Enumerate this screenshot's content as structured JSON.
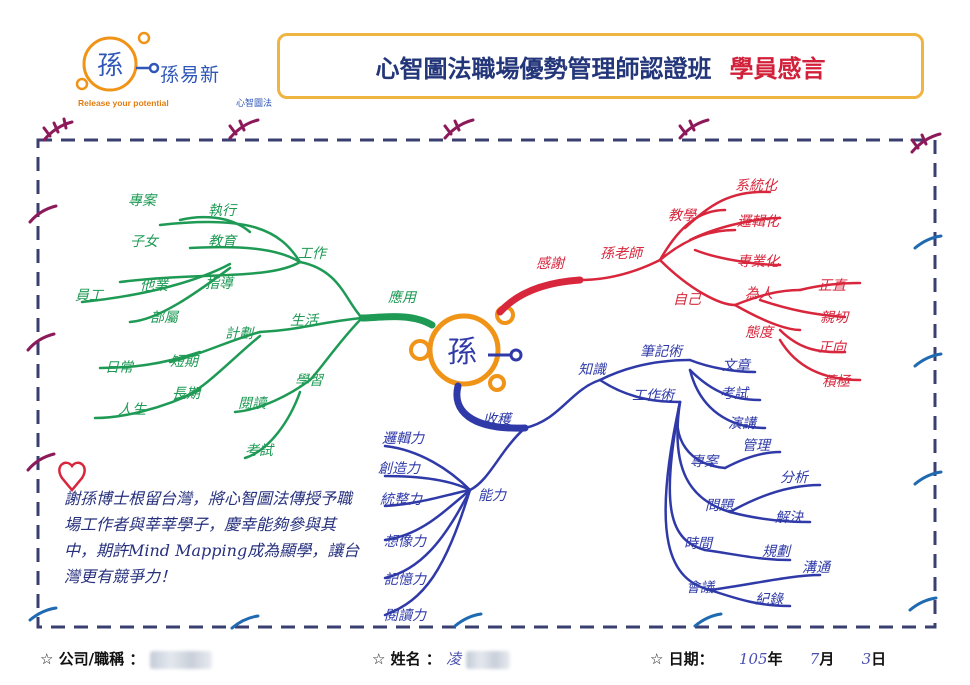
{
  "logo": {
    "mark": "孫",
    "brand": "孫易新",
    "tagline": "Release your potential",
    "sub": "心智圖法"
  },
  "title": {
    "main": "心智圖法職場優勢管理師認證班",
    "accent": "學員感言"
  },
  "center": "孫",
  "branches": {
    "apply": {
      "label": "應用",
      "work": {
        "label": "工作",
        "items": [
          "專案",
          "執行",
          "子女",
          "教育",
          "員工",
          "他業",
          "指導",
          "部屬"
        ]
      },
      "life": {
        "label": "生活",
        "plan": "計劃",
        "items": [
          "日常",
          "短期",
          "人生",
          "長期"
        ]
      },
      "study": {
        "label": "學習",
        "items": [
          "閱讀",
          "考試"
        ]
      }
    },
    "thanks": {
      "label": "感謝",
      "teacher": "孫老師",
      "teach": {
        "label": "教學",
        "items": [
          "系統化",
          "邏輯化",
          "專業化"
        ]
      },
      "self": {
        "label": "自己",
        "person": "為人",
        "attitude": "態度",
        "items": [
          "正直",
          "親切",
          "正向",
          "積極"
        ]
      }
    },
    "gain": {
      "label": "收穫",
      "ability": {
        "label": "能力",
        "items": [
          "邏輯力",
          "創造力",
          "統整力",
          "想像力",
          "記憶力",
          "閱讀力"
        ]
      },
      "knowledge": {
        "label": "知識",
        "notes": {
          "label": "筆記術",
          "items": [
            "文章",
            "考試",
            "演講"
          ]
        },
        "worklab": {
          "label": "工作術",
          "items": [
            "專案",
            "管理",
            "問題",
            "分析",
            "解決",
            "時間",
            "規劃",
            "會議",
            "溝通",
            "紀錄"
          ]
        }
      }
    }
  },
  "comment": "謝孫博士根留台灣，將心智圖法傳授予職場工作者與莘莘學子，慶幸能夠參與其中，期許Mind Mapping成為顯學，讓台灣更有競爭力！",
  "footer": {
    "company_label": "☆ 公司/職稱 ：",
    "name_label": "☆ 姓名 ：",
    "name_prefix": "凌",
    "date_label": "☆ 日期：",
    "year": "105",
    "year_unit": "年",
    "month": "7",
    "month_unit": "月",
    "day": "3",
    "day_unit": "日"
  },
  "colors": {
    "green": "#1e9a55",
    "red": "#d8263c",
    "blue": "#2f3aa8",
    "orange": "#f09418",
    "navy": "#3a3f70"
  }
}
